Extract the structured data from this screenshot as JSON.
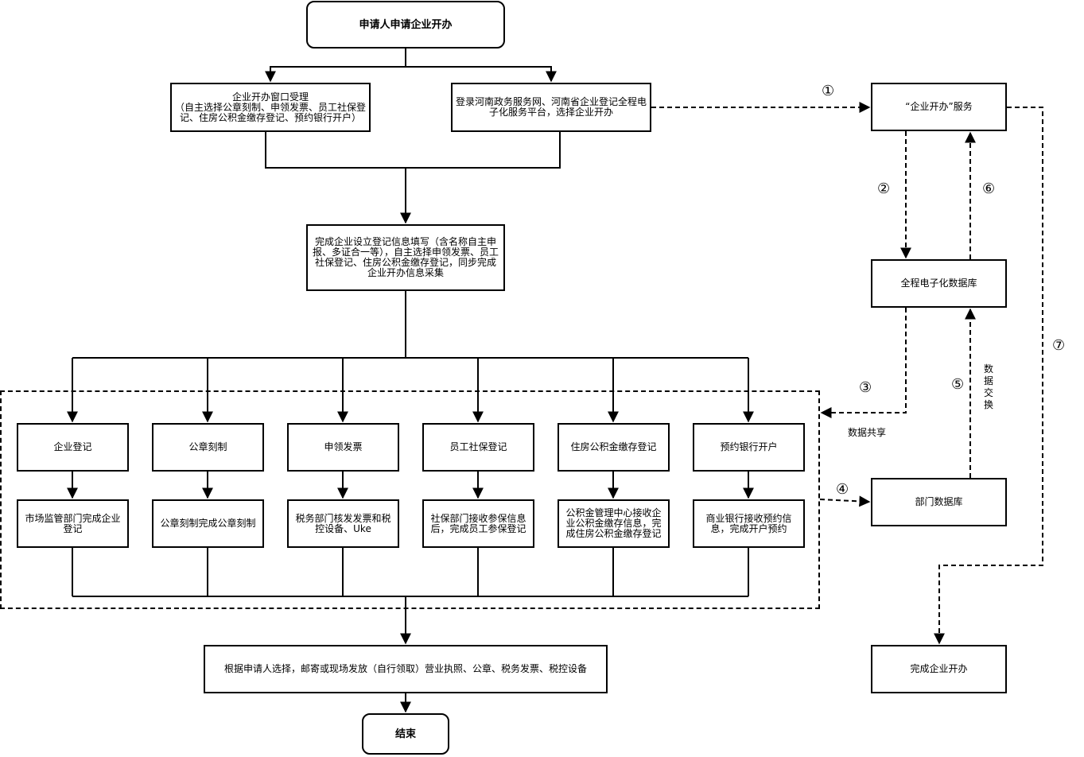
{
  "nodes": {
    "start": "申请人申请企业开办",
    "window": "企业开办窗口受理\n（自主选择公章刻制、申领发票、员工社保登记、住房公积金缴存登记、预约银行开户）",
    "online": "登录河南政务服务网、河南省企业登记全程电子化服务平台，选择企业开办",
    "fill_info": "完成企业设立登记信息填写（含名称自主申报、多证合一等），自主选择申领发票、员工社保登记、住房公积金缴存登记，同步完成企业开办信息采集",
    "items": [
      {
        "title": "企业登记",
        "result": "市场监管部门完成企业登记"
      },
      {
        "title": "公章刻制",
        "result": "公章刻制完成公章刻制"
      },
      {
        "title": "申领发票",
        "result": "税务部门核发发票和税控设备、Uke"
      },
      {
        "title": "员工社保登记",
        "result": "社保部门接收参保信息后，完成员工参保登记"
      },
      {
        "title": "住房公积金缴存登记",
        "result": "公积金管理中心接收企业公积金缴存信息，完成住房公积金缴存登记"
      },
      {
        "title": "预约银行开户",
        "result": "商业银行接收预约信息，完成开户预约"
      }
    ],
    "deliver": "根据申请人选择，邮寄或现场发放（自行领取）营业执照、公章、税务发票、税控设备",
    "end": "结束",
    "service": "“企业开办”服务",
    "database": "全程电子化数据库",
    "dept_db": "部门数据库",
    "complete": "完成企业开办"
  },
  "labels": {
    "n1": "①",
    "n2": "②",
    "n3": "③",
    "n4": "④",
    "n5": "⑤",
    "n6": "⑥",
    "n7": "⑦",
    "data_share": "数据共享",
    "data_exchange": "数据交换"
  }
}
